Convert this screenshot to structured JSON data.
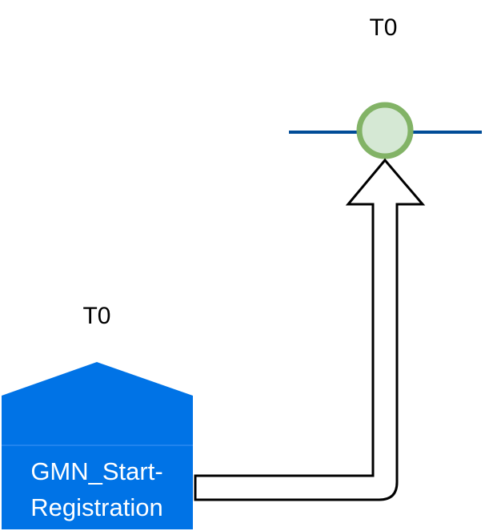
{
  "diagram": {
    "top_label": "T0",
    "block_label": "T0",
    "block": {
      "line1": "GMN_Start-",
      "line2": "Registration"
    }
  },
  "colors": {
    "block_fill": "#0073e6",
    "block_divider": "#2a8af0",
    "track_line": "#004c97",
    "node_stroke": "#82b366",
    "node_fill": "#d5e8d4",
    "arrow_stroke": "#000000",
    "arrow_fill": "#ffffff"
  }
}
